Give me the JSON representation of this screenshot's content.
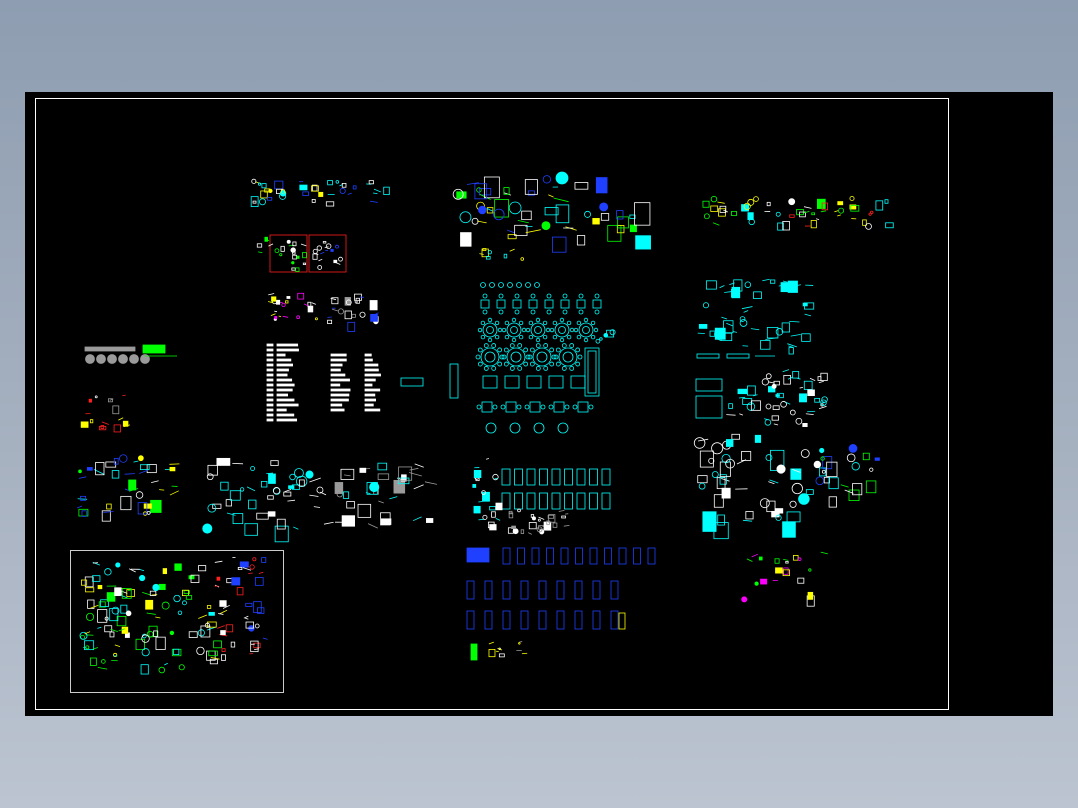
{
  "app": {
    "viewport_background": "#000000",
    "backdrop_color": "#a6b1c0"
  },
  "drawing": {
    "sheet_border_color": "#ffffff",
    "palette": {
      "cyan": "#00ffff",
      "yellow": "#ffff00",
      "white": "#ffffff",
      "red": "#ff2020",
      "green": "#00ff00",
      "blue": "#2040ff",
      "magenta": "#ff00ff",
      "gray": "#9a9a9a"
    },
    "blocks": [
      {
        "name": "top-left-furniture-strip",
        "color": "yellow"
      },
      {
        "name": "red-framed-blocks",
        "color": "red"
      },
      {
        "name": "middle-left-symbols",
        "color": "white"
      },
      {
        "name": "left-wheel-blocks",
        "color": "gray"
      },
      {
        "name": "left-small-symbols",
        "color": "yellow"
      },
      {
        "name": "blue-furniture-set",
        "color": "blue"
      },
      {
        "name": "cyan-elevation-set",
        "color": "cyan"
      },
      {
        "name": "top-center-sofa-set",
        "color": "cyan"
      },
      {
        "name": "dining-table-set",
        "color": "cyan"
      },
      {
        "name": "door-window-set",
        "color": "cyan"
      },
      {
        "name": "blue-door-set",
        "color": "blue"
      },
      {
        "name": "top-right-symbols",
        "color": "yellow"
      },
      {
        "name": "right-sofa-set",
        "color": "cyan"
      },
      {
        "name": "right-kitchen-set",
        "color": "cyan"
      },
      {
        "name": "right-green-symbols",
        "color": "green"
      },
      {
        "name": "bottom-left-framed-set",
        "color": "green"
      }
    ]
  }
}
